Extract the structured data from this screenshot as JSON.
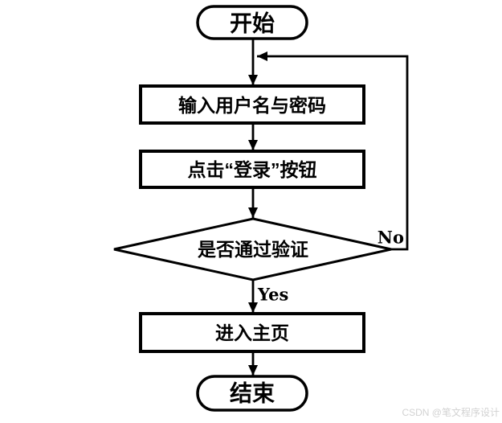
{
  "diagram": {
    "type": "flowchart",
    "nodes": {
      "start": {
        "label": "开始",
        "shape": "terminator"
      },
      "input_credentials": {
        "label": "输入用户名与密码",
        "shape": "process"
      },
      "click_login": {
        "label": "点击“登录”按钮",
        "shape": "process"
      },
      "verify": {
        "label": "是否通过验证",
        "shape": "decision"
      },
      "enter_home": {
        "label": "进入主页",
        "shape": "process"
      },
      "end": {
        "label": "结束",
        "shape": "terminator"
      }
    },
    "edge_labels": {
      "yes": "Yes",
      "no": "No"
    },
    "watermark": "CSDN @笔文程序设计",
    "colors": {
      "stroke": "#000000",
      "fill": "#ffffff",
      "watermark_text": "#d2d2d2"
    }
  }
}
